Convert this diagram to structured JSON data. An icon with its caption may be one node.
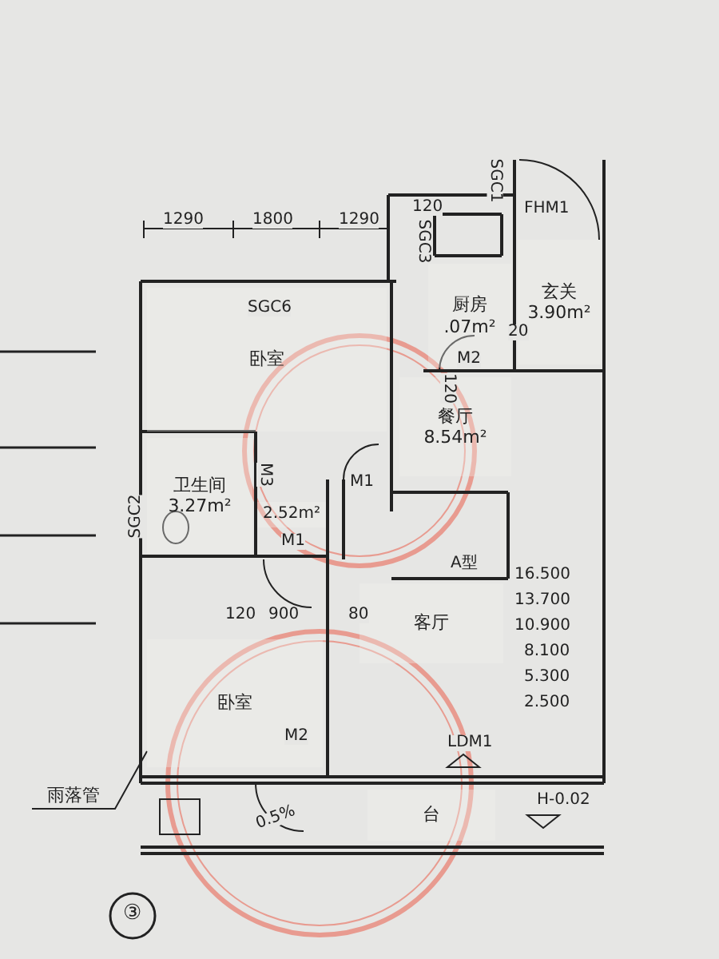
{
  "diagram": {
    "nodes": [
      {
        "text": [
          "卧室"
        ]
      },
      {
        "text": [
          "厨房",
          ".07m²"
        ]
      },
      {
        "text": [
          "玄关",
          "3.90m²"
        ]
      },
      {
        "text": [
          "餐厅",
          "8.54m²"
        ]
      },
      {
        "text": [
          "卫生间",
          "3.27m²"
        ]
      },
      {
        "text": [
          "2.52m²"
        ]
      },
      {
        "text": [
          "客厅"
        ]
      },
      {
        "text": [
          "卧室"
        ]
      },
      {
        "text": [
          "台"
        ]
      },
      {
        "text": [
          "雨落管"
        ]
      }
    ],
    "edges": [
      {
        "from": 9,
        "to": 7,
        "arrow": "none"
      }
    ],
    "labels": [
      "120",
      "SGC1",
      "1290",
      "1800",
      "1290",
      "FHM1",
      "SGC3",
      "SGC6",
      "20",
      "M2",
      "120",
      "M1",
      "M3",
      "M1",
      "SGC2",
      "120",
      "900",
      "80",
      "A型",
      "16.500",
      "13.700",
      "10.900",
      "8.100",
      "5.300",
      "2.500",
      "LDM1",
      "M2",
      "0.5%",
      "H-0.02",
      "③"
    ]
  }
}
